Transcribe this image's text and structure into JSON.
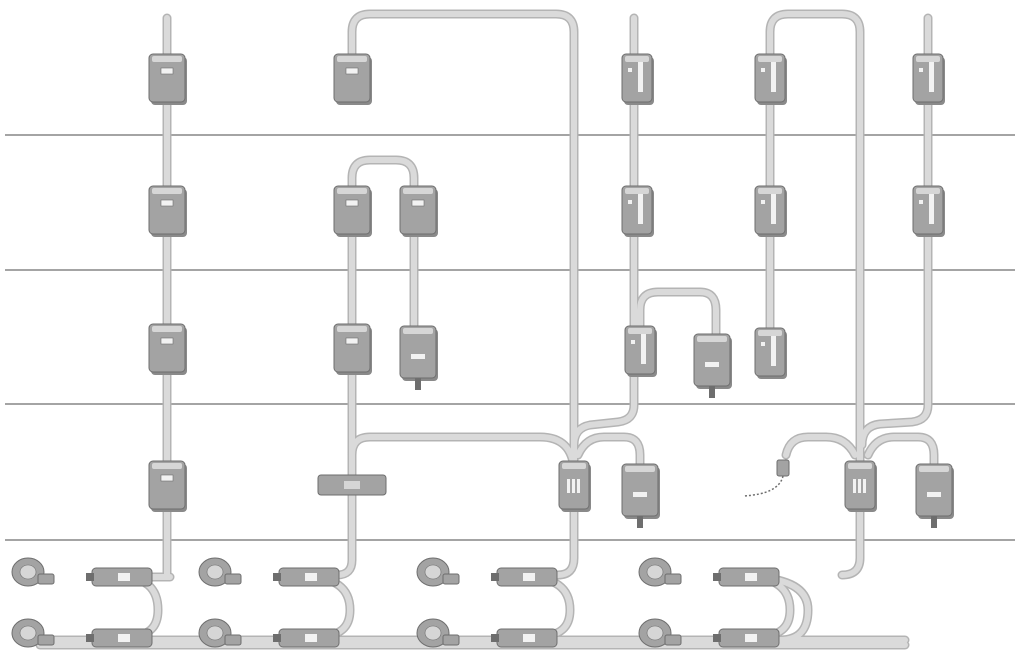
{
  "diagram": {
    "kind": "piping-system-schematic",
    "text": [],
    "colors": {
      "pipe": "#dadada",
      "pipe_edge": "#b4b4b4",
      "unit_fill": "#a3a3a3",
      "unit_dark": "#6e6e6e",
      "unit_light": "#d6d6d6",
      "separator_line": "#4a4a4a",
      "background": "#ffffff"
    },
    "floors": 5,
    "units": [
      {
        "id": "a1",
        "icon": "wall-hung-unit-icon"
      },
      {
        "id": "a2",
        "icon": "wall-hung-unit-icon"
      },
      {
        "id": "a3",
        "icon": "wall-hung-unit-icon"
      },
      {
        "id": "a4",
        "icon": "wall-hung-unit-icon"
      },
      {
        "id": "b1",
        "icon": "wall-hung-unit-icon"
      },
      {
        "id": "b2",
        "icon": "wall-hung-unit-icon"
      },
      {
        "id": "b3",
        "icon": "wall-hung-unit-icon"
      },
      {
        "id": "b4",
        "icon": "duct-unit-icon"
      },
      {
        "id": "c2",
        "icon": "wall-hung-unit-icon"
      },
      {
        "id": "c3",
        "icon": "floor-unit-icon"
      },
      {
        "id": "d1",
        "icon": "slim-unit-icon"
      },
      {
        "id": "d2",
        "icon": "slim-unit-icon"
      },
      {
        "id": "d3",
        "icon": "slim-unit-icon"
      },
      {
        "id": "e3",
        "icon": "floor-unit-icon"
      },
      {
        "id": "f1",
        "icon": "slim-unit-icon"
      },
      {
        "id": "f2",
        "icon": "slim-unit-icon"
      },
      {
        "id": "f3",
        "icon": "slim-unit-icon"
      },
      {
        "id": "g1",
        "icon": "slim-unit-icon"
      },
      {
        "id": "g2",
        "icon": "slim-unit-icon"
      },
      {
        "id": "h4",
        "icon": "branch-box-icon"
      },
      {
        "id": "i4",
        "icon": "floor-unit-icon"
      },
      {
        "id": "j4",
        "icon": "branch-box-icon"
      },
      {
        "id": "k4",
        "icon": "floor-unit-icon"
      },
      {
        "id": "valve4",
        "icon": "valve-icon"
      }
    ],
    "outdoor_units": [
      {
        "id": "od1",
        "icon": "outdoor-unit-icon"
      },
      {
        "id": "od2",
        "icon": "outdoor-unit-icon"
      },
      {
        "id": "od3",
        "icon": "outdoor-unit-icon"
      },
      {
        "id": "od4",
        "icon": "outdoor-unit-icon"
      },
      {
        "id": "od5",
        "icon": "outdoor-unit-icon"
      },
      {
        "id": "od6",
        "icon": "outdoor-unit-icon"
      },
      {
        "id": "od7",
        "icon": "outdoor-unit-icon"
      },
      {
        "id": "od8",
        "icon": "outdoor-unit-icon"
      }
    ]
  }
}
